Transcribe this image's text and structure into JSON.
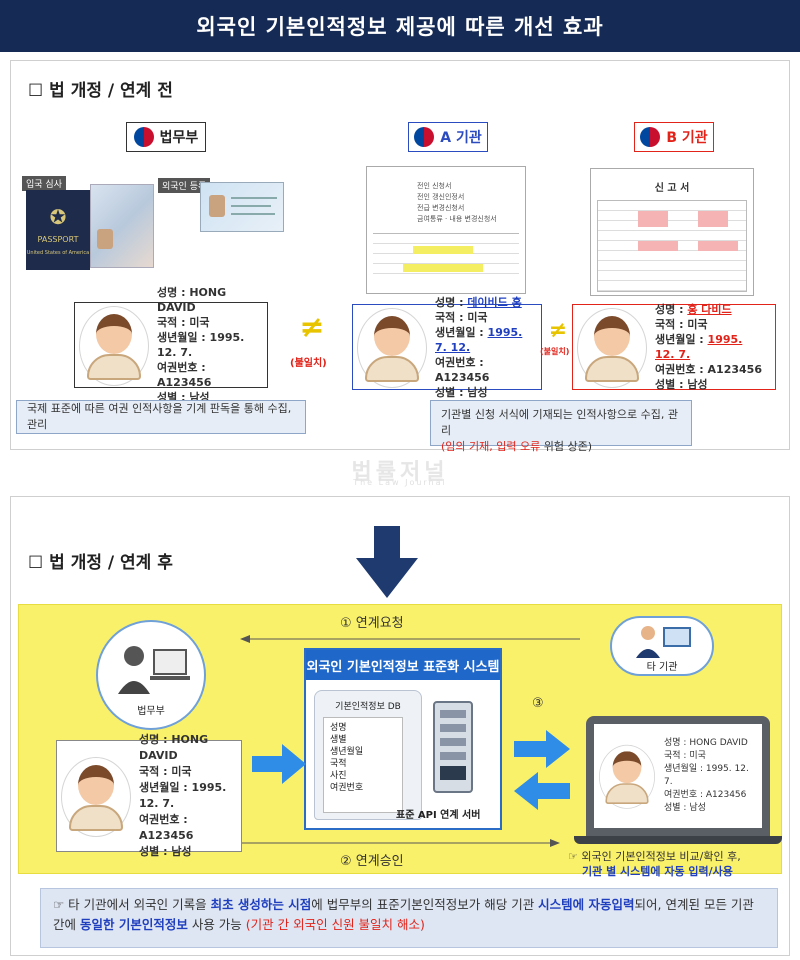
{
  "title": "외국인 기본인적정보 제공에 따른 개선 효과",
  "before": {
    "heading": "☐ 법 개정 / 연계 전",
    "agencies": {
      "moj": "법무부",
      "a": "A 기관",
      "b": "B 기관"
    },
    "docs": {
      "entry_tag": "입국 심사",
      "passport_text": "PASSPORT",
      "passport_sub": "United States of America",
      "reg_tag": "외국인 등록",
      "form_a_lines": [
        "전인 신청서",
        "전인 갱신인정서",
        "전급 변경신청서",
        "금여통류 · 내용 변경신청서"
      ],
      "form_b_title": "신 고 서"
    },
    "card_moj": {
      "name_label": "성명 : ",
      "name": "HONG DAVID",
      "nat_label": "국적 : ",
      "nat": "미국",
      "dob_label": "생년월일 : ",
      "dob": "1995. 12. 7.",
      "pp_label": "여권번호 : ",
      "pp": "A123456",
      "sex_label": "성별 : ",
      "sex": "남성"
    },
    "card_a": {
      "name_label": "성명 : ",
      "name": "데이비드 홍",
      "nat_label": "국적 : ",
      "nat": "미국",
      "dob_label": "생년월일 : ",
      "dob": "1995. 7. 12.",
      "pp_label": "여권번호 : ",
      "pp": "A123456",
      "sex_label": "성별 : ",
      "sex": "남성"
    },
    "card_b": {
      "name_label": "성명 : ",
      "name": "홍 다비드",
      "nat_label": "국적 : ",
      "nat": "미국",
      "dob_label": "생년월일 : ",
      "dob": "1995. 12. 7.",
      "pp_label": "여권번호 : ",
      "pp": "A123456",
      "sex_label": "성별 : ",
      "sex": "남성"
    },
    "neq": "≠",
    "mismatch": "(불일치)",
    "note_left": "국제 표준에 따른 여권 인적사항을 기계 판독을 통해 수집, 관리",
    "note_right_1": "기관별 신청 서식에 기재되는 인적사항으로 수집, 관리",
    "note_right_2a": "(임의 기재, 입력 오류",
    "note_right_2b": " 위험 상존)"
  },
  "watermark": "법률저널",
  "watermark_sub": "The Law Journal",
  "after": {
    "heading": "☐ 법 개정 / 연계 후",
    "step1": "① 연계요청",
    "step2": "② 연계승인",
    "step3": "③",
    "moj_label": "법무부",
    "other_label": "타 기관",
    "system_title": "외국인 기본인적정보 표준화 시스템",
    "db_label": "기본인적정보 DB",
    "db_fields": [
      "성명",
      "생별",
      "생년월일",
      "국적",
      "사진",
      "여권번호"
    ],
    "server_label": "표준 API 연계 서버",
    "card": {
      "name_label": "성명 : ",
      "name": "HONG DAVID",
      "nat_label": "국적 : ",
      "nat": "미국",
      "dob_label": "생년월일 : ",
      "dob": "1995. 12. 7.",
      "pp_label": "여권번호 : ",
      "pp": "A123456",
      "sex_label": "성별 : ",
      "sex": "남성"
    },
    "right_note_1": "☞ 외국인 기본인적정보 비교/확인 후,",
    "right_note_2": "기관 별 시스템에 자동 입력/사용",
    "bottom_note": {
      "p1": "☞ 타 기관에서 외국인 기록을 ",
      "b1": "최초 생성하는 시점",
      "p2": "에 법무부의 표준기본인적정보가 해당 기관 ",
      "b2": "시스템에 자동입력",
      "p3": "되어, 연계된 모든 기관간에 ",
      "b3": "동일한 기본인적정보",
      "p4": " 사용 가능 ",
      "r1": "(기관 간 외국인 신원 불일치 해소)"
    }
  }
}
